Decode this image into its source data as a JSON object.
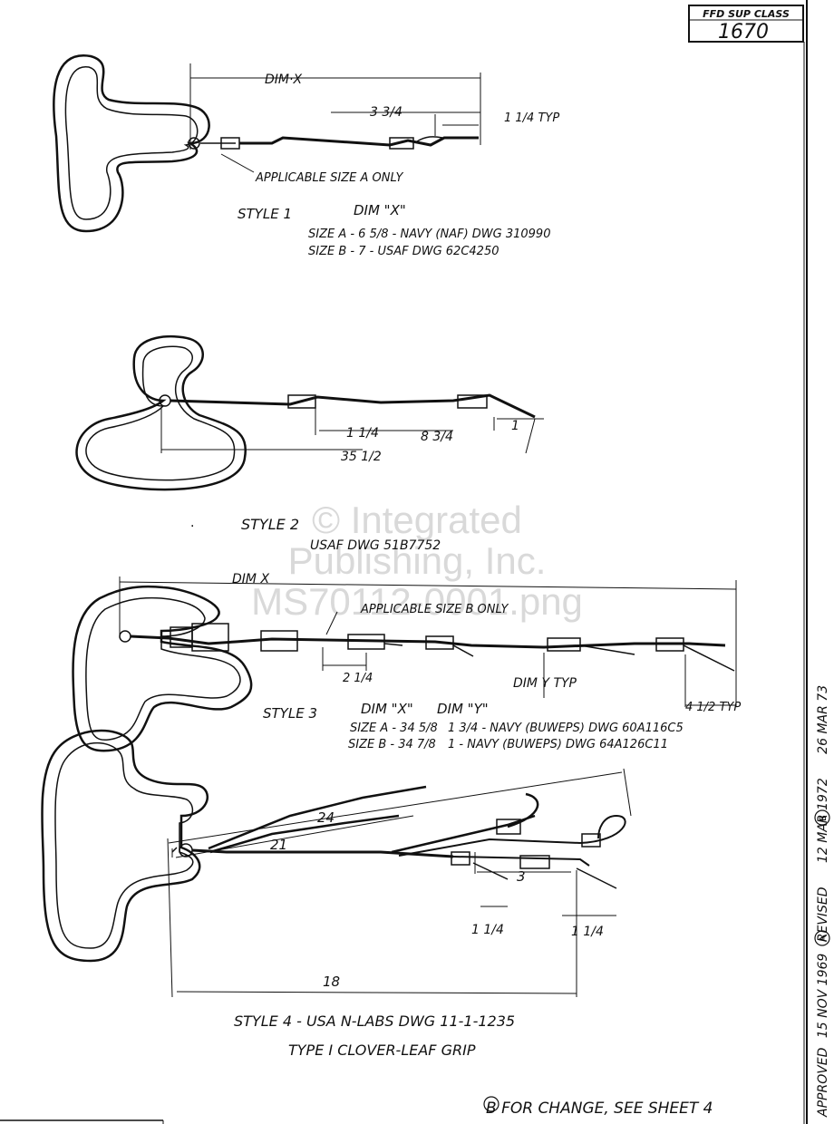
{
  "title_block": {
    "fsc_label": "FFD SUP CLASS",
    "fsc_value": "1670"
  },
  "side_margin": {
    "approved_label": "APPROVED",
    "approved_date": "15 NOV 1969",
    "revised_label": "REVISED",
    "rev_a": "12 MAR 1972",
    "rev_b": "26 MAR 73"
  },
  "watermark": {
    "line1": "© Integrated",
    "line2": "Publishing, Inc.",
    "line3": "MS70112-0001.png"
  },
  "style1": {
    "dim_x": "DIM·X",
    "dim_34": "3 3/4",
    "dim_typ": "1 1/4 TYP",
    "note": "APPLICABLE SIZE A ONLY",
    "heading": "STYLE 1",
    "dim_header": "DIM \"X\"",
    "size_a": "SIZE A - 6 5/8 - NAVY (NAF) DWG 310990",
    "size_b": "SIZE B - 7 - USAF DWG 62C4250"
  },
  "style2": {
    "dim_1_14": "1 1/4",
    "dim_8_34": "8 3/4",
    "dim_1": "1",
    "dim_35_12": "35 1/2",
    "heading": "STYLE 2",
    "ref": "USAF DWG 51B7752"
  },
  "style3": {
    "dim_x": "DIM X",
    "note": "APPLICABLE SIZE B ONLY",
    "dim_2_14": "2 1/4",
    "dim_y_typ": "DIM Y TYP",
    "dim_4_12_typ": "4 1/2 TYP",
    "heading": "STYLE 3",
    "dim_x_header": "DIM \"X\"",
    "dim_y_header": "DIM \"Y\"",
    "size_a": "SIZE A - 34 5/8",
    "size_b": "SIZE B - 34 7/8",
    "size_a_y": "1 3/4 - NAVY (BUWEPS) DWG 60A116C5",
    "size_b_y": "1 - NAVY (BUWEPS) DWG 64A126C11"
  },
  "style4": {
    "dim_24": "24",
    "dim_21": "21",
    "dim_3": "3",
    "dim_1_14_a": "1 1/4",
    "dim_1_14_b": "1 1/4",
    "dim_18": "18",
    "heading": "STYLE 4 - USA N-LABS DWG 11-1-1235",
    "subheading": "TYPE I CLOVER-LEAF GRIP"
  },
  "footer_note": "B FOR CHANGE, SEE SHEET 4"
}
